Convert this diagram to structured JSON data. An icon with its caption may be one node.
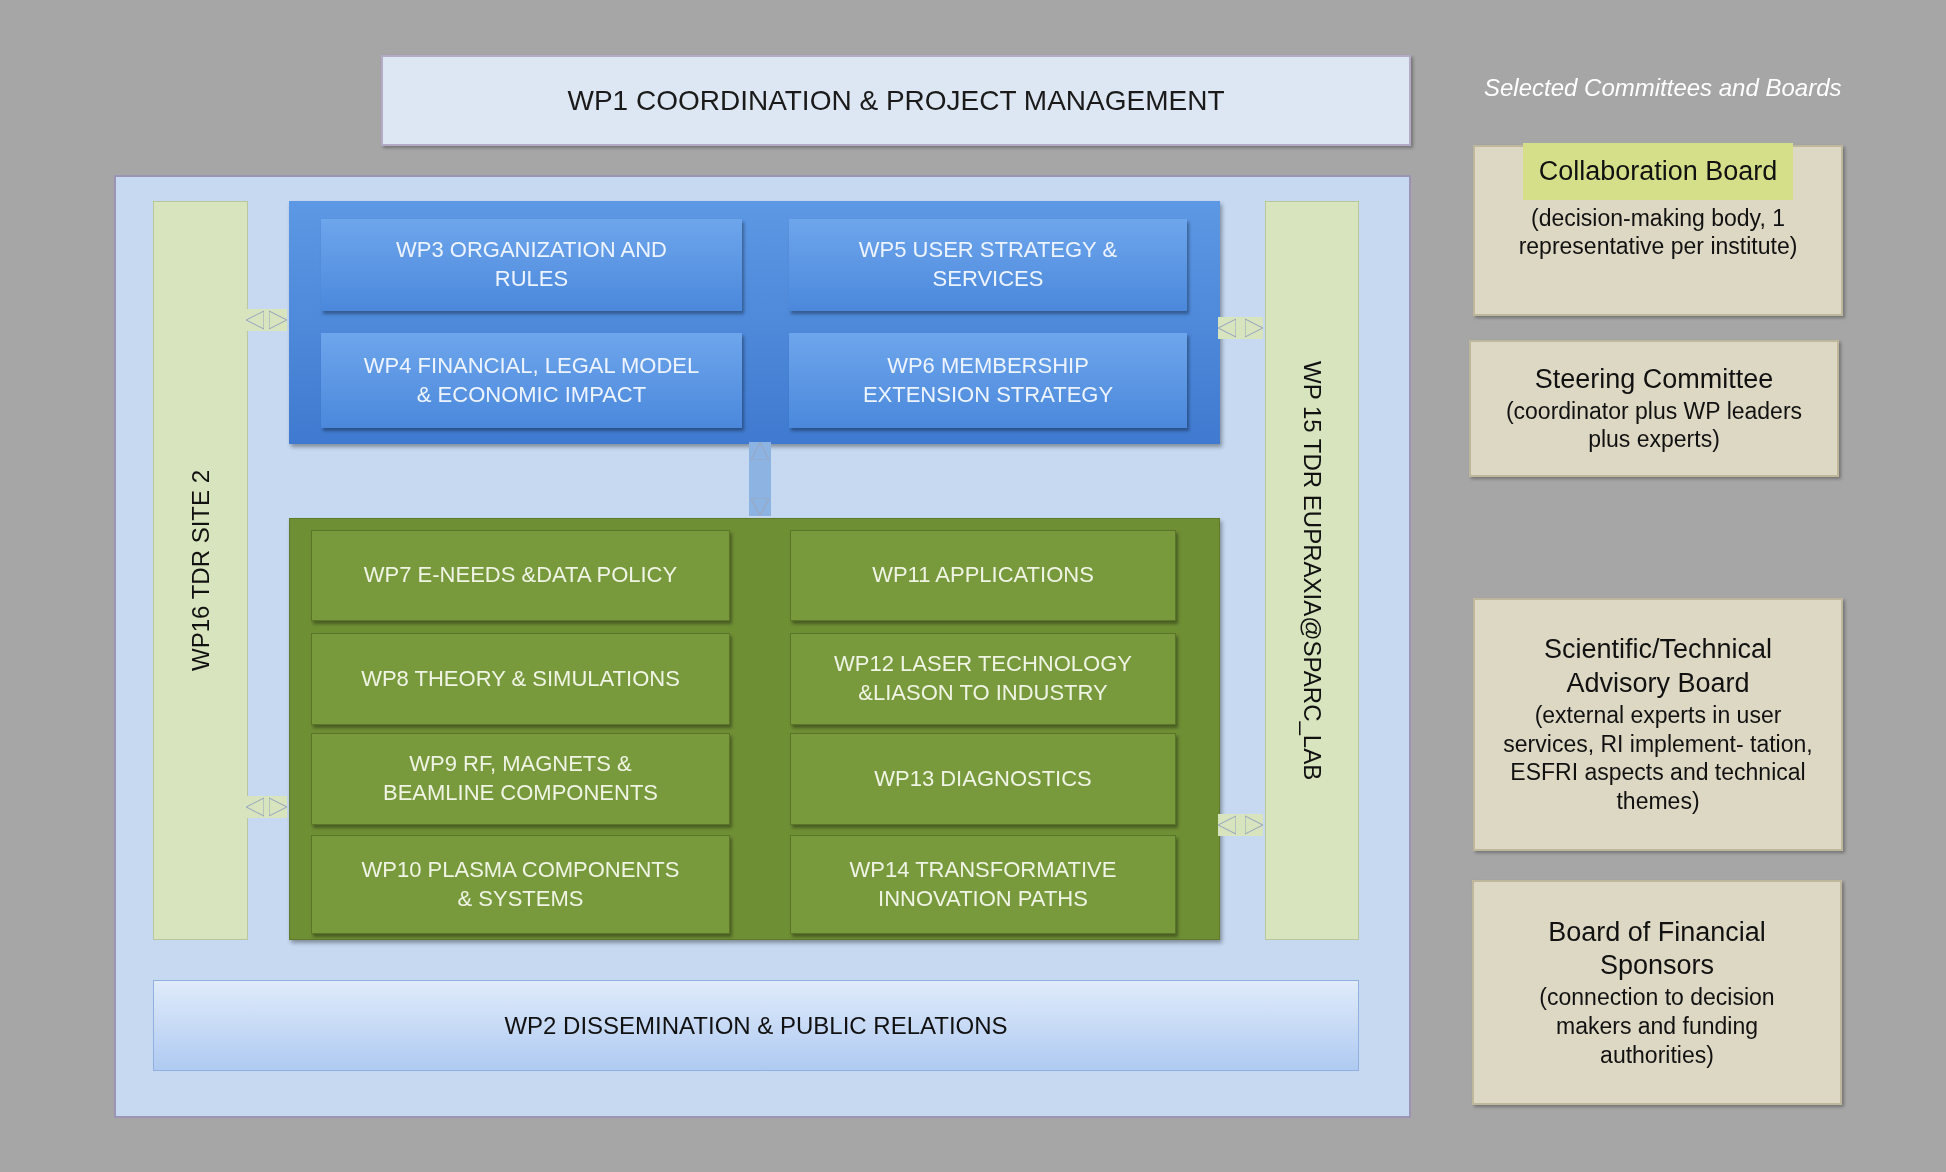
{
  "diagram": {
    "nodes": [
      {
        "text": [
          "WP1 COORDINATION & PROJECT MANAGEMENT"
        ]
      },
      {
        "text": [],
        "shape": "box"
      },
      {
        "text": [
          "WP16 TDR SITE 2"
        ],
        "in": 1
      },
      {
        "text": [],
        "shape": "box",
        "in": 1
      },
      {
        "text": [
          "WP3 ORGANIZATION AND RULES"
        ],
        "in": 3
      },
      {
        "text": [
          "WP5 USER STRATEGY & SERVICES"
        ],
        "in": 3
      },
      {
        "text": [
          "WP4 FINANCIAL, LEGAL MODEL & ECONOMIC IMPACT"
        ],
        "in": 3
      },
      {
        "text": [
          "WP6 MEMBERSHIP EXTENSION STRATEGY"
        ],
        "in": 3
      },
      {
        "text": [],
        "shape": "box",
        "in": 1
      },
      {
        "text": [
          "WP7 E-NEEDS &DATA POLICY"
        ],
        "in": 8
      },
      {
        "text": [
          "WP11 APPLICATIONS"
        ],
        "in": 8
      },
      {
        "text": [
          "WP8 THEORY & SIMULATIONS"
        ],
        "in": 8
      },
      {
        "text": [
          "WP12 LASER TECHNOLOGY &LIASON TO INDUSTRY"
        ],
        "in": 8
      },
      {
        "text": [
          "WP9 RF, MAGNETS & BEAMLINE COMPONENTS"
        ],
        "in": 8
      },
      {
        "text": [
          "WP13 DIAGNOSTICS"
        ],
        "in": 8
      },
      {
        "text": [
          "WP10 PLASMA COMPONENTS & SYSTEMS"
        ],
        "in": 8
      },
      {
        "text": [
          "WP14 TRANSFORMATIVE INNOVATION PATHS"
        ],
        "in": 8
      },
      {
        "text": [
          "WP 15 TDR EUPRAXIA@SPARC_LAB"
        ],
        "in": 1
      },
      {
        "text": [
          "WP2 DISSEMINATION & PUBLIC RELATIONS"
        ],
        "in": 1
      },
      {
        "text": [
          "Collaboration Board",
          "(decision-making body, 1 representative per institute)"
        ]
      },
      {
        "text": [
          "Steering Committee",
          "(coordinator plus WP leaders plus experts)"
        ]
      },
      {
        "text": [
          "Scientific/Technical Advisory Board",
          "(external experts in user services, RI implement- tation, ESFRI aspects and technical themes)"
        ]
      },
      {
        "text": [
          "Board of Financial Sponsors",
          "(connection to decision makers and funding authorities)"
        ]
      }
    ],
    "edges": [
      {
        "from": 2,
        "to": 3,
        "arrow": "both"
      },
      {
        "from": 2,
        "to": 8,
        "arrow": "both"
      },
      {
        "from": 17,
        "to": 3,
        "arrow": "both"
      },
      {
        "from": 17,
        "to": 8,
        "arrow": "both"
      },
      {
        "from": 3,
        "to": 8,
        "arrow": "both",
        "color": "#8db3e2"
      }
    ],
    "labels": [
      "Selected Committees and Boards"
    ]
  }
}
